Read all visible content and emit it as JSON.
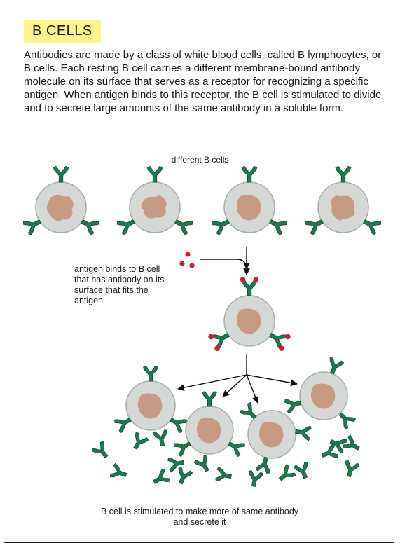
{
  "panel": {
    "title": "B CELLS",
    "intro": "Antibodies are made by a class of white blood cells, called B lymphocytes, or B cells. Each resting B cell carries a different membrane-bound antibody molecule on its surface that serves as a receptor for recognizing a specific antigen. When antigen binds to this receptor, the B cell is stimulated to divide and to secrete large amounts of the same antibody in a soluble form."
  },
  "labels": {
    "different_b_cells": "different B cells",
    "antigen_binds": "antigen binds to B cell that has antibody on its surface that fits the antigen",
    "stimulated": "B cell is stimulated to make more of same antibody and secrete it"
  },
  "colors": {
    "title_highlight": "#fdf48a",
    "cell_fill": "#d4d9d6",
    "cell_stroke": "#a7adaa",
    "nucleus": "#c79b83",
    "antibody": "#1e7a4f",
    "antigen": "#cc1f2c"
  }
}
